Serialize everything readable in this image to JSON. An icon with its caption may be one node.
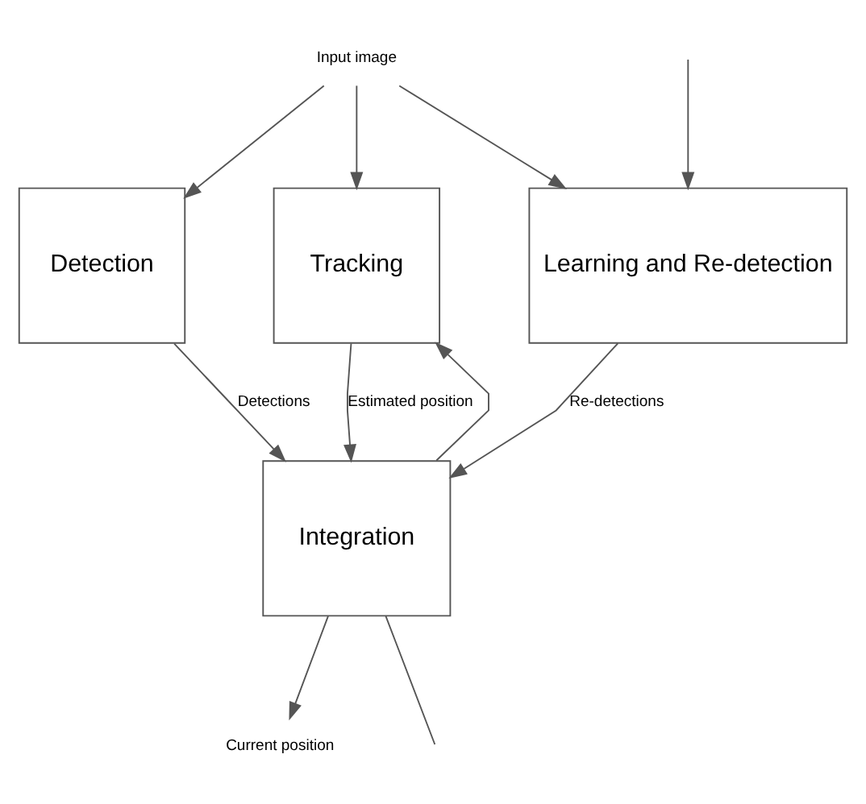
{
  "diagram": {
    "nodes": [
      {
        "text": [
          "Input image"
        ]
      },
      {
        "text": [
          "Detection"
        ]
      },
      {
        "text": [
          "Tracking"
        ]
      },
      {
        "text": [
          "Learning and Re-detection"
        ]
      },
      {
        "text": [
          "Integration"
        ]
      },
      {
        "text": [
          "Current position"
        ]
      }
    ],
    "edges": [
      {
        "from": 0,
        "to": 1,
        "arrow": "to"
      },
      {
        "from": 0,
        "to": 2,
        "arrow": "to"
      },
      {
        "from": 0,
        "to": 3,
        "arrow": "to"
      },
      {
        "from": 2,
        "to": 4,
        "arrow": "to",
        "label": "Estimated position"
      },
      {
        "from": 1,
        "to": 4,
        "arrow": "to",
        "label": "Detections"
      },
      {
        "from": 3,
        "to": 4,
        "arrow": "to",
        "label": "Re-detections"
      },
      {
        "from": 4,
        "to": 5,
        "arrow": "to"
      },
      {
        "from": 4,
        "to": 2,
        "arrow": "to"
      },
      {
        "from": 4,
        "to": null,
        "arrow": "none"
      },
      {
        "from": null,
        "to": 3,
        "arrow": "to"
      }
    ]
  }
}
